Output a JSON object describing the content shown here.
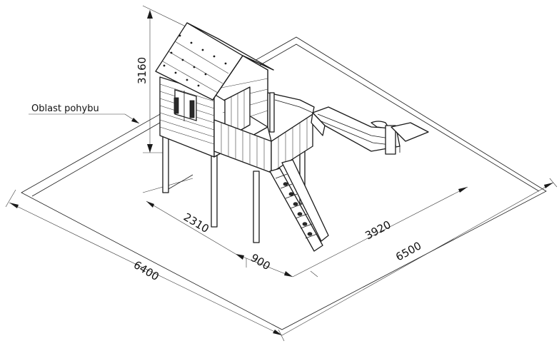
{
  "labels": {
    "movement_area": "Oblast pohybu"
  },
  "dimensions": {
    "height": "3160",
    "depth_left": "2310",
    "ladder_width": "900",
    "slide_run": "3920",
    "area_width": "6400",
    "area_length": "6500"
  }
}
